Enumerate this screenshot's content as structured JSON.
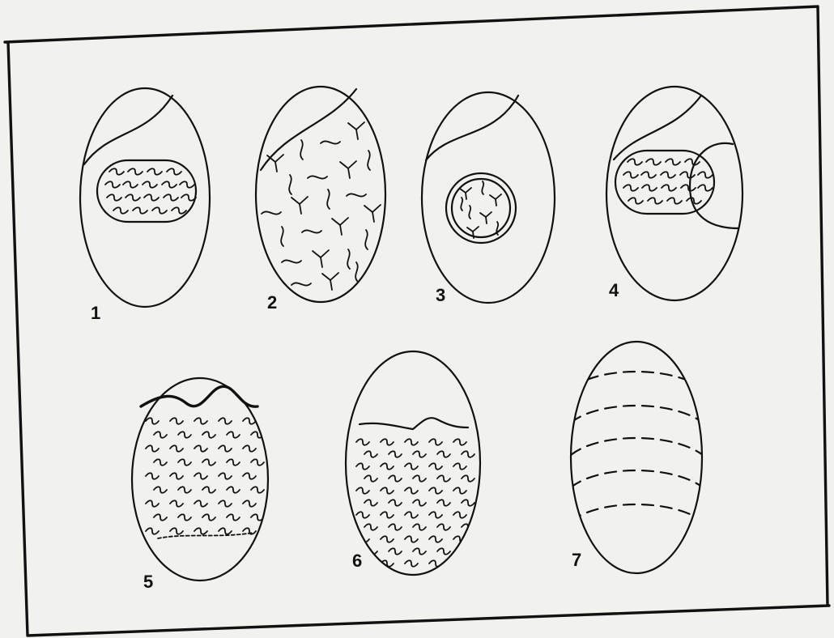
{
  "figure": {
    "panels": [
      {
        "label": "1",
        "description_key": "large-nucleus"
      },
      {
        "label": "2",
        "description_key": "branched-threads"
      },
      {
        "label": "3",
        "description_key": "encircled-body"
      },
      {
        "label": "4",
        "description_key": "nucleus-with-overlap"
      },
      {
        "label": "5",
        "description_key": "wavy-filled-top-boundary"
      },
      {
        "label": "6",
        "description_key": "arched-cap-filled"
      },
      {
        "label": "7",
        "description_key": "dashed-bands"
      }
    ],
    "colors": {
      "ink": "#111111",
      "paper": "#f1f1ee"
    }
  }
}
